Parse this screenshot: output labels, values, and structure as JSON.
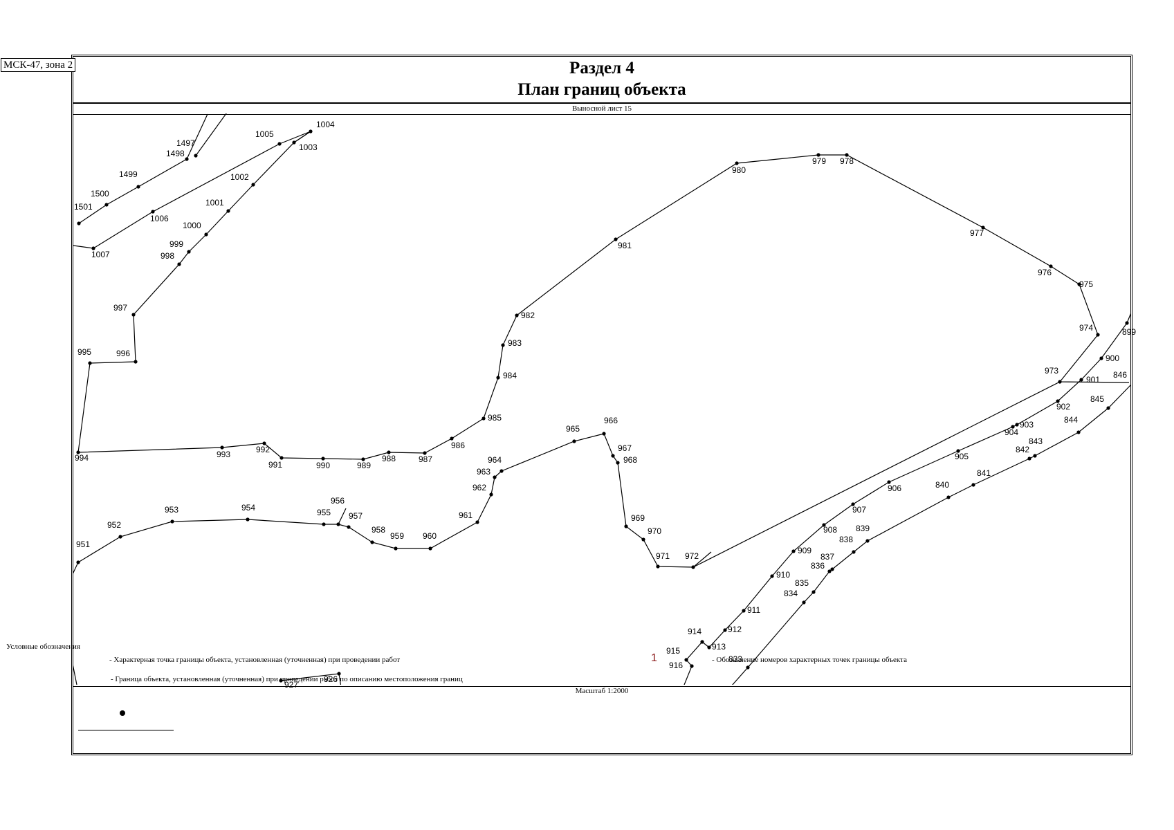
{
  "header": {
    "section": "Раздел 4",
    "title": "План границ объекта"
  },
  "sheet_label": "Выносной лист 15",
  "zone_label": "МСК-47, зона 2",
  "scale_label": "Масштаб 1:2000",
  "legend": {
    "title": "Условные обозначения",
    "point_desc": "- Характерная точка границы объекта, установленная (уточненная) при проведении работ",
    "line_desc": "- Граница объекта, установленная (уточненная) при проведении работ по описанию местоположения границ",
    "number_sample": "1",
    "number_desc": "- Обозначение номеров характерных точек границы объекта"
  },
  "point_labels": [
    "1497",
    "1498",
    "1499",
    "1500",
    "1501",
    "1005",
    "1004",
    "1003",
    "1002",
    "1001",
    "1000",
    "999",
    "998",
    "1006",
    "1007",
    "997",
    "995",
    "996",
    "994",
    "993",
    "992",
    "991",
    "990",
    "989",
    "988",
    "987",
    "986",
    "985",
    "984",
    "983",
    "982",
    "981",
    "980",
    "979",
    "978",
    "977",
    "976",
    "975",
    "974",
    "973",
    "899",
    "900",
    "901",
    "846",
    "845",
    "902",
    "903",
    "904",
    "843",
    "842",
    "844",
    "905",
    "841",
    "840",
    "906",
    "907",
    "908",
    "909",
    "838",
    "839",
    "837",
    "836",
    "835",
    "834",
    "910",
    "911",
    "912",
    "913",
    "914",
    "915",
    "916",
    "833",
    "951",
    "952",
    "953",
    "954",
    "955",
    "956",
    "957",
    "958",
    "959",
    "960",
    "961",
    "962",
    "963",
    "964",
    "965",
    "966",
    "967",
    "968",
    "969",
    "970",
    "971",
    "972",
    "926",
    "927"
  ]
}
